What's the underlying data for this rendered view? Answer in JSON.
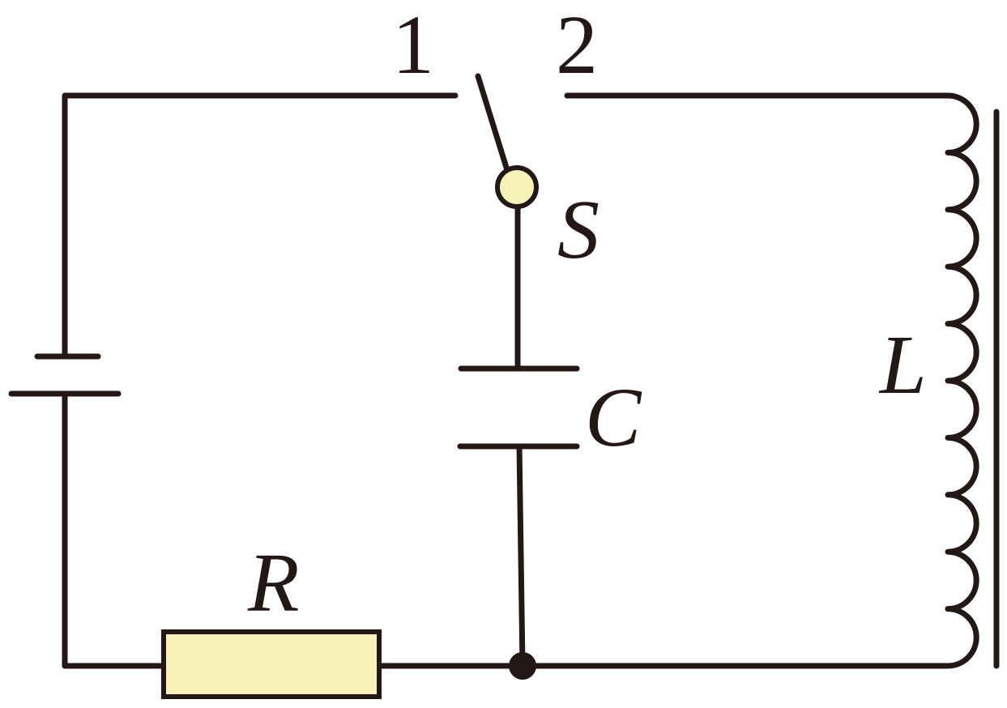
{
  "diagram": {
    "colors": {
      "wire": "#231815",
      "fill": "#f7f3b8",
      "background": "#ffffff"
    },
    "switch": {
      "label": "S",
      "terminal_1": "1",
      "terminal_2": "2"
    },
    "capacitor": {
      "label": "C"
    },
    "inductor": {
      "label": "L",
      "turns": 10
    },
    "resistor": {
      "label": "R"
    },
    "battery": {
      "icon": "battery-symbol"
    }
  }
}
